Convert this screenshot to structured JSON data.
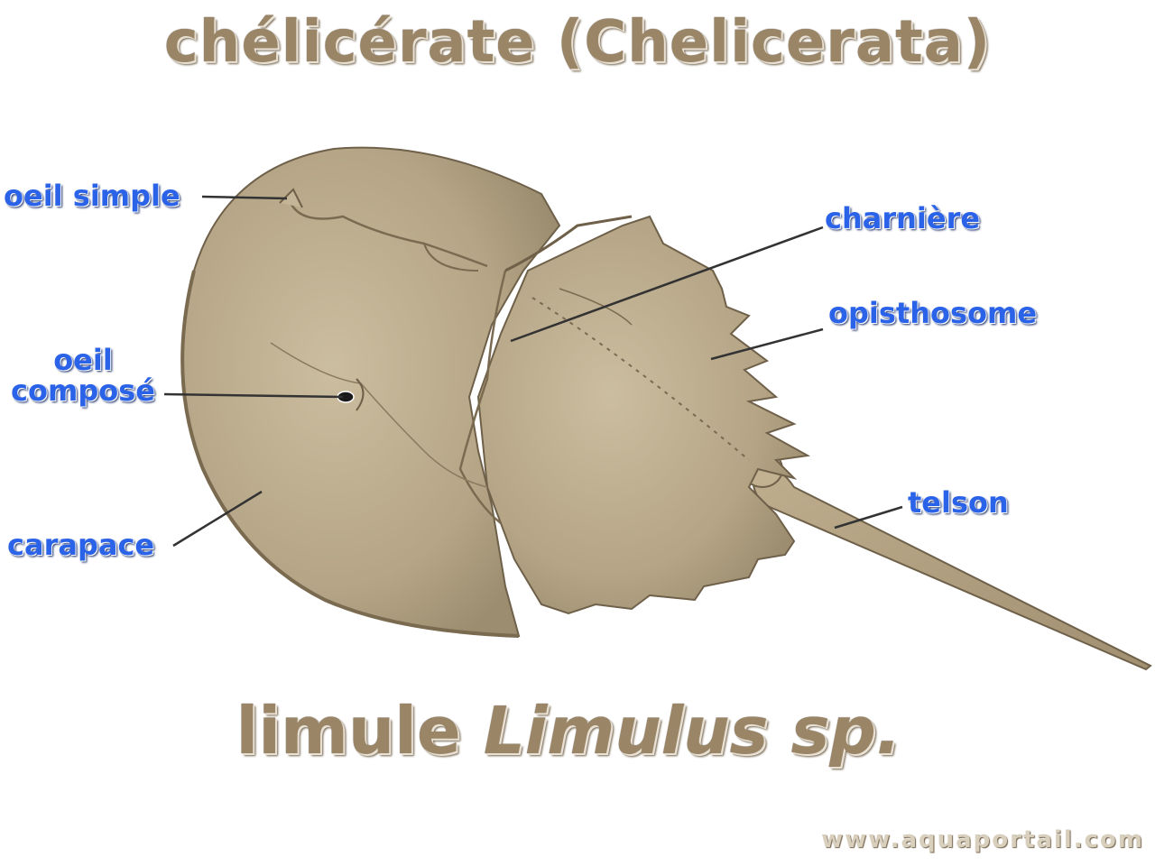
{
  "title": "chélicérate (Chelicerata)",
  "subtitle": {
    "common": "limule ",
    "scientific": "Limulus sp."
  },
  "labels": {
    "oeil_simple": "oeil simple",
    "charniere": "charnière",
    "opisthosome": "opisthosome",
    "oeil_compose_line1": "oeil",
    "oeil_compose_line2": "composé",
    "carapace": "carapace",
    "telson": "telson"
  },
  "watermark": "www.aquaportail.com",
  "colors": {
    "label_blue": "#2a62e8",
    "title_tan": "#9a8567",
    "shell": "#b8a88a",
    "shell_dark": "#8c7b5f",
    "shell_light": "#cdbfa3"
  }
}
